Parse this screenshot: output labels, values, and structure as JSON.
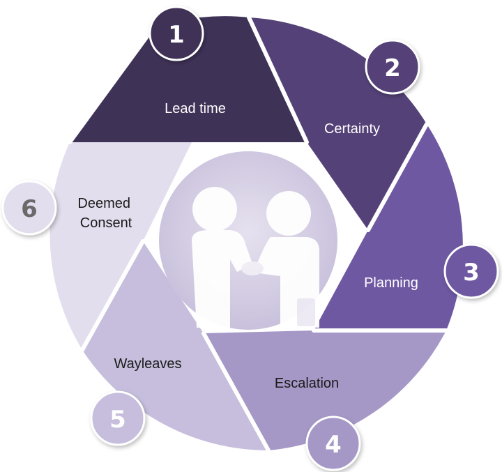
{
  "segments": [
    {
      "number": "1",
      "label": "Lead time",
      "color": "#3f3257",
      "badge_text_color": "#ffffff",
      "label_color": "#ffffff"
    },
    {
      "number": "2",
      "label": "Certainty",
      "color": "#544177",
      "badge_text_color": "#ffffff",
      "label_color": "#ffffff"
    },
    {
      "number": "3",
      "label": "Planning",
      "color": "#6e58a2",
      "badge_text_color": "#ffffff",
      "label_color": "#ffffff"
    },
    {
      "number": "4",
      "label": "Escalation",
      "color": "#a598c7",
      "badge_text_color": "#ffffff",
      "label_color": "#1a1a1a"
    },
    {
      "number": "5",
      "label": "Wayleaves",
      "color": "#c6bedc",
      "badge_text_color": "#ffffff",
      "label_color": "#1a1a1a"
    },
    {
      "number": "6",
      "label_lines": [
        "Deemed",
        "Consent"
      ],
      "color": "#e2deed",
      "badge_text_color": "#6b6b6b",
      "label_color": "#1a1a1a"
    }
  ],
  "center_icon": "handshake-icon",
  "colors": {
    "center_bg": "#d3cce3",
    "figure": "#ffffff"
  }
}
